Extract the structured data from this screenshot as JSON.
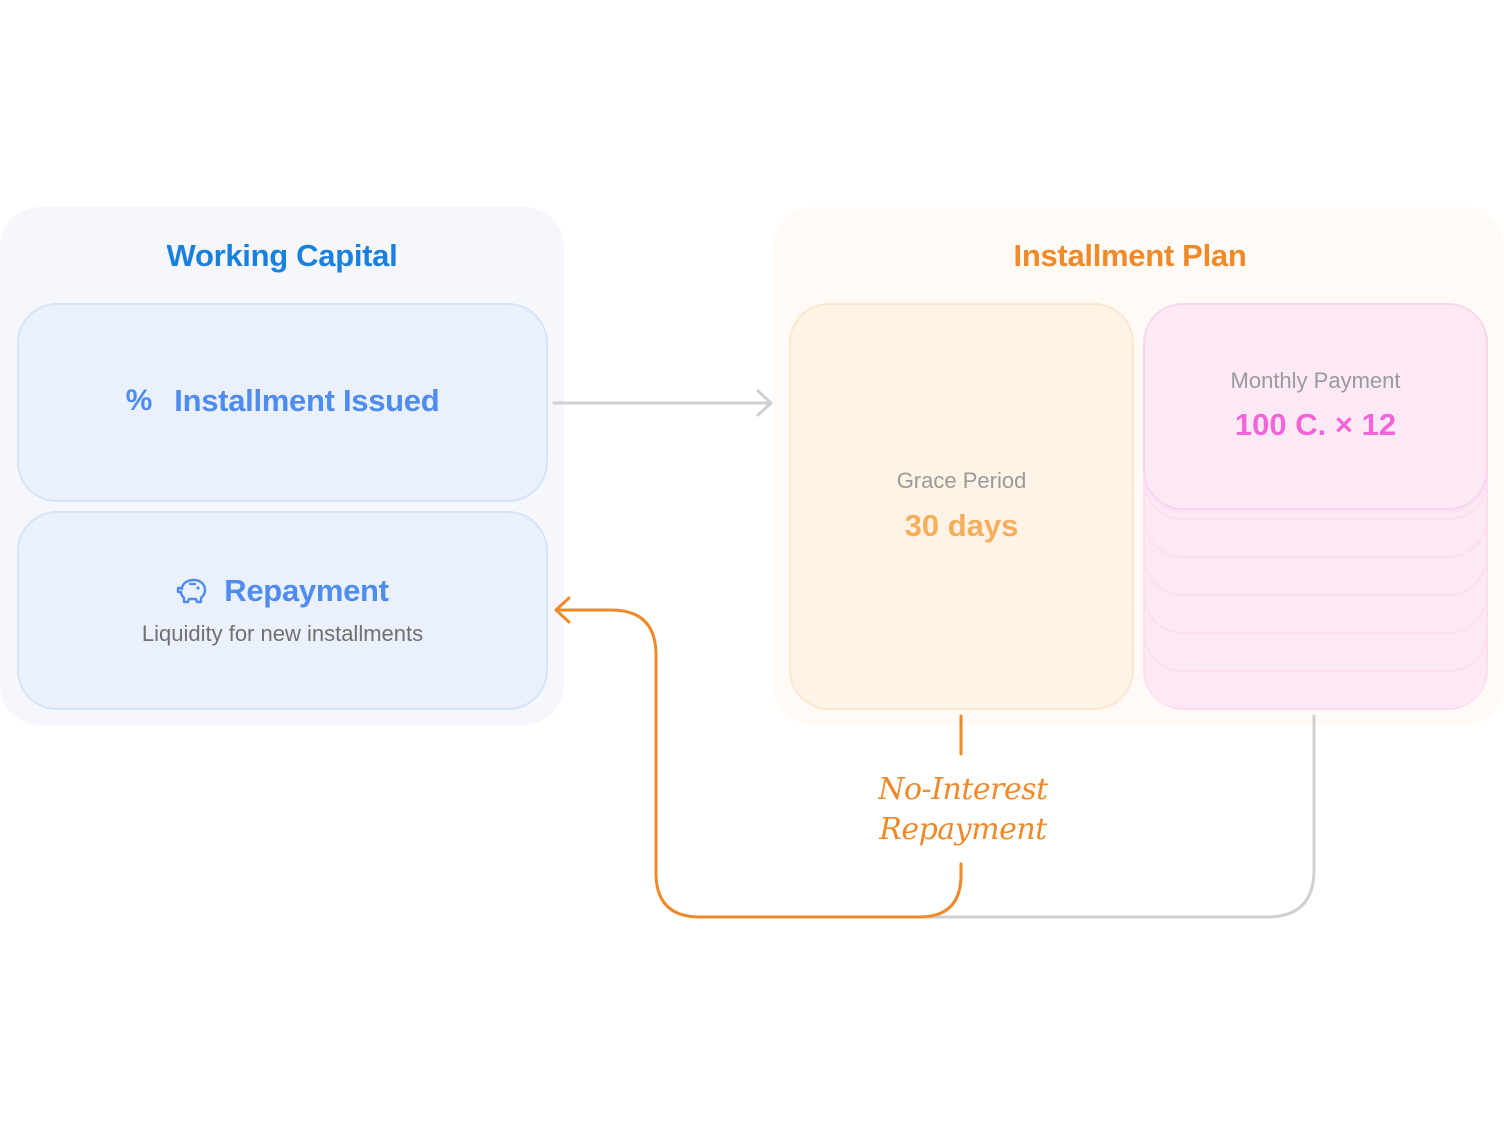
{
  "working_capital": {
    "title": "Working Capital",
    "issued": {
      "label": "Installment Issued",
      "icon": "percent-icon",
      "icon_glyph": "%"
    },
    "repayment": {
      "label": "Repayment",
      "icon": "piggy-bank-icon",
      "subtitle": "Liquidity for new installments"
    }
  },
  "installment_plan": {
    "title": "Installment Plan",
    "grace": {
      "label": "Grace Period",
      "value": "30 days"
    },
    "monthly": {
      "label": "Monthly Payment",
      "value": "100 C. × 12"
    }
  },
  "flow": {
    "label_line1": "No-Interest",
    "label_line2": "Repayment"
  },
  "colors": {
    "blue_title": "#1a80de",
    "blue_accent": "#4e8cf0",
    "orange": "#f0892a",
    "orange_light": "#f6ad5c",
    "pink": "#f265d8",
    "gray_arrow": "#d0d0d0"
  }
}
